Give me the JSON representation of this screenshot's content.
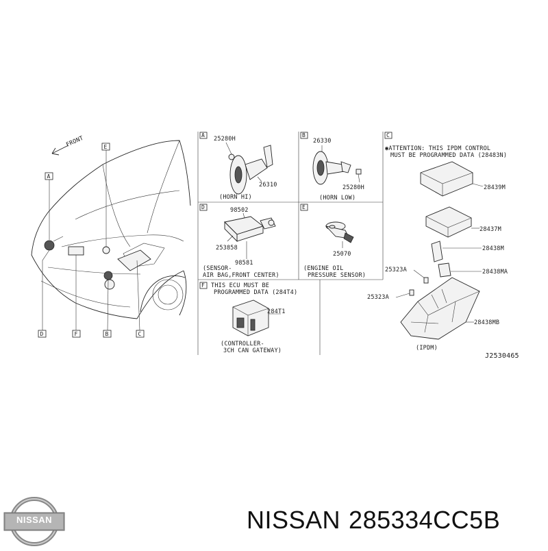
{
  "diagram": {
    "front_label": "FRONT",
    "overview_callouts": [
      "A",
      "B",
      "C",
      "D",
      "E",
      "F"
    ],
    "panels": {
      "A": {
        "letter": "A",
        "parts": [
          "25280H",
          "26310"
        ],
        "caption": "(HORN HI)"
      },
      "B": {
        "letter": "B",
        "parts": [
          "26330",
          "25280H"
        ],
        "caption": "(HORN LOW)"
      },
      "C": {
        "letter": "C",
        "attention_line1": "◉ATTENTION: THIS IPDM CONTROL",
        "attention_line2": "MUST BE PROGRAMMED DATA (28483N)",
        "parts": [
          "28439M",
          "28437M",
          "28438M",
          "25323A",
          "28438MA",
          "25323A",
          "28438MB"
        ],
        "caption": "(IPDM)"
      },
      "D": {
        "letter": "D",
        "parts": [
          "98502",
          "253858",
          "98581"
        ],
        "caption_line1": "(SENSOR-",
        "caption_line2": "AIR BAG,FRONT CENTER)"
      },
      "E": {
        "letter": "E",
        "parts": [
          "25070"
        ],
        "caption_line1": "(ENGINE OIL",
        "caption_line2": "PRESSURE SENSOR)"
      },
      "F": {
        "letter": "F",
        "note_line1": "THIS ECU MUST BE",
        "note_line2": "PROGRAMMED DATA (284T4)",
        "parts": [
          "284T1"
        ],
        "caption_line1": "(CONTROLLER-",
        "caption_line2": "3CH CAN GATEWAY)"
      }
    },
    "drawing_id": "J2530465"
  },
  "footer": {
    "brand": "NISSAN",
    "part_number": "285334CC5B",
    "logo_text": "NISSAN"
  }
}
